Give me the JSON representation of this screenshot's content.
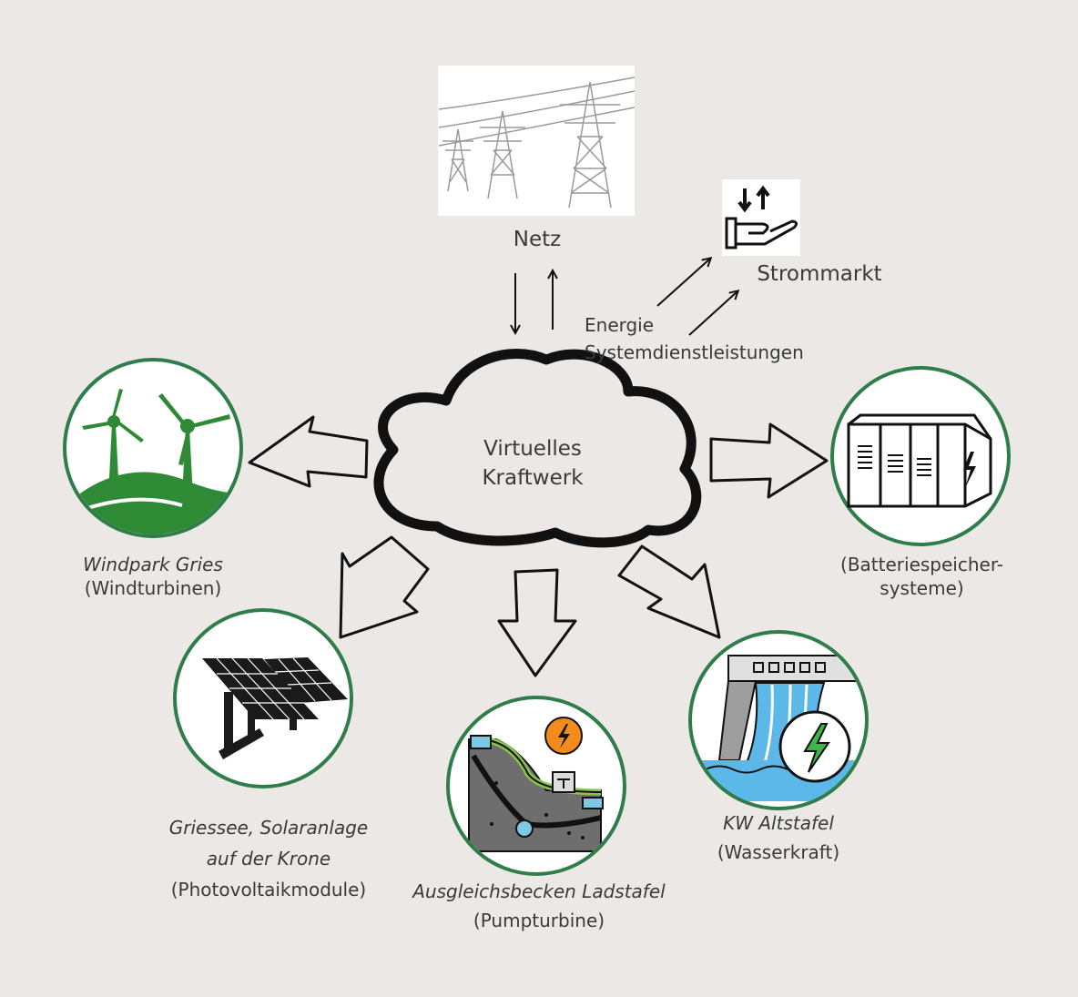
{
  "center": {
    "line1": "Virtuelles",
    "line2": "Kraftwerk"
  },
  "grid": {
    "label": "Netz"
  },
  "market": {
    "label": "Strommarkt"
  },
  "flows": {
    "line1": "Energie",
    "line2": "Systemdienstleistungen"
  },
  "nodes": {
    "wind": {
      "name": "Windpark Gries",
      "type": "(Windturbinen)"
    },
    "battery": {
      "type_line1": "(Batteriespeicher-",
      "type_line2": "systeme)"
    },
    "solar": {
      "name_line1": "Griessee, Solaranlage",
      "name_line2": "auf der Krone",
      "type": "(Photovoltaikmodule)"
    },
    "pump": {
      "name": "Ausgleichsbecken Ladstafel",
      "type": "(Pumpturbine)"
    },
    "hydro": {
      "name": "KW Altstafel",
      "type": "(Wasserkraft)"
    }
  },
  "colors": {
    "ring": "#2e7d4a",
    "green": "#2f8a36",
    "orange": "#f28c1c",
    "background": "#ebe8e6"
  }
}
